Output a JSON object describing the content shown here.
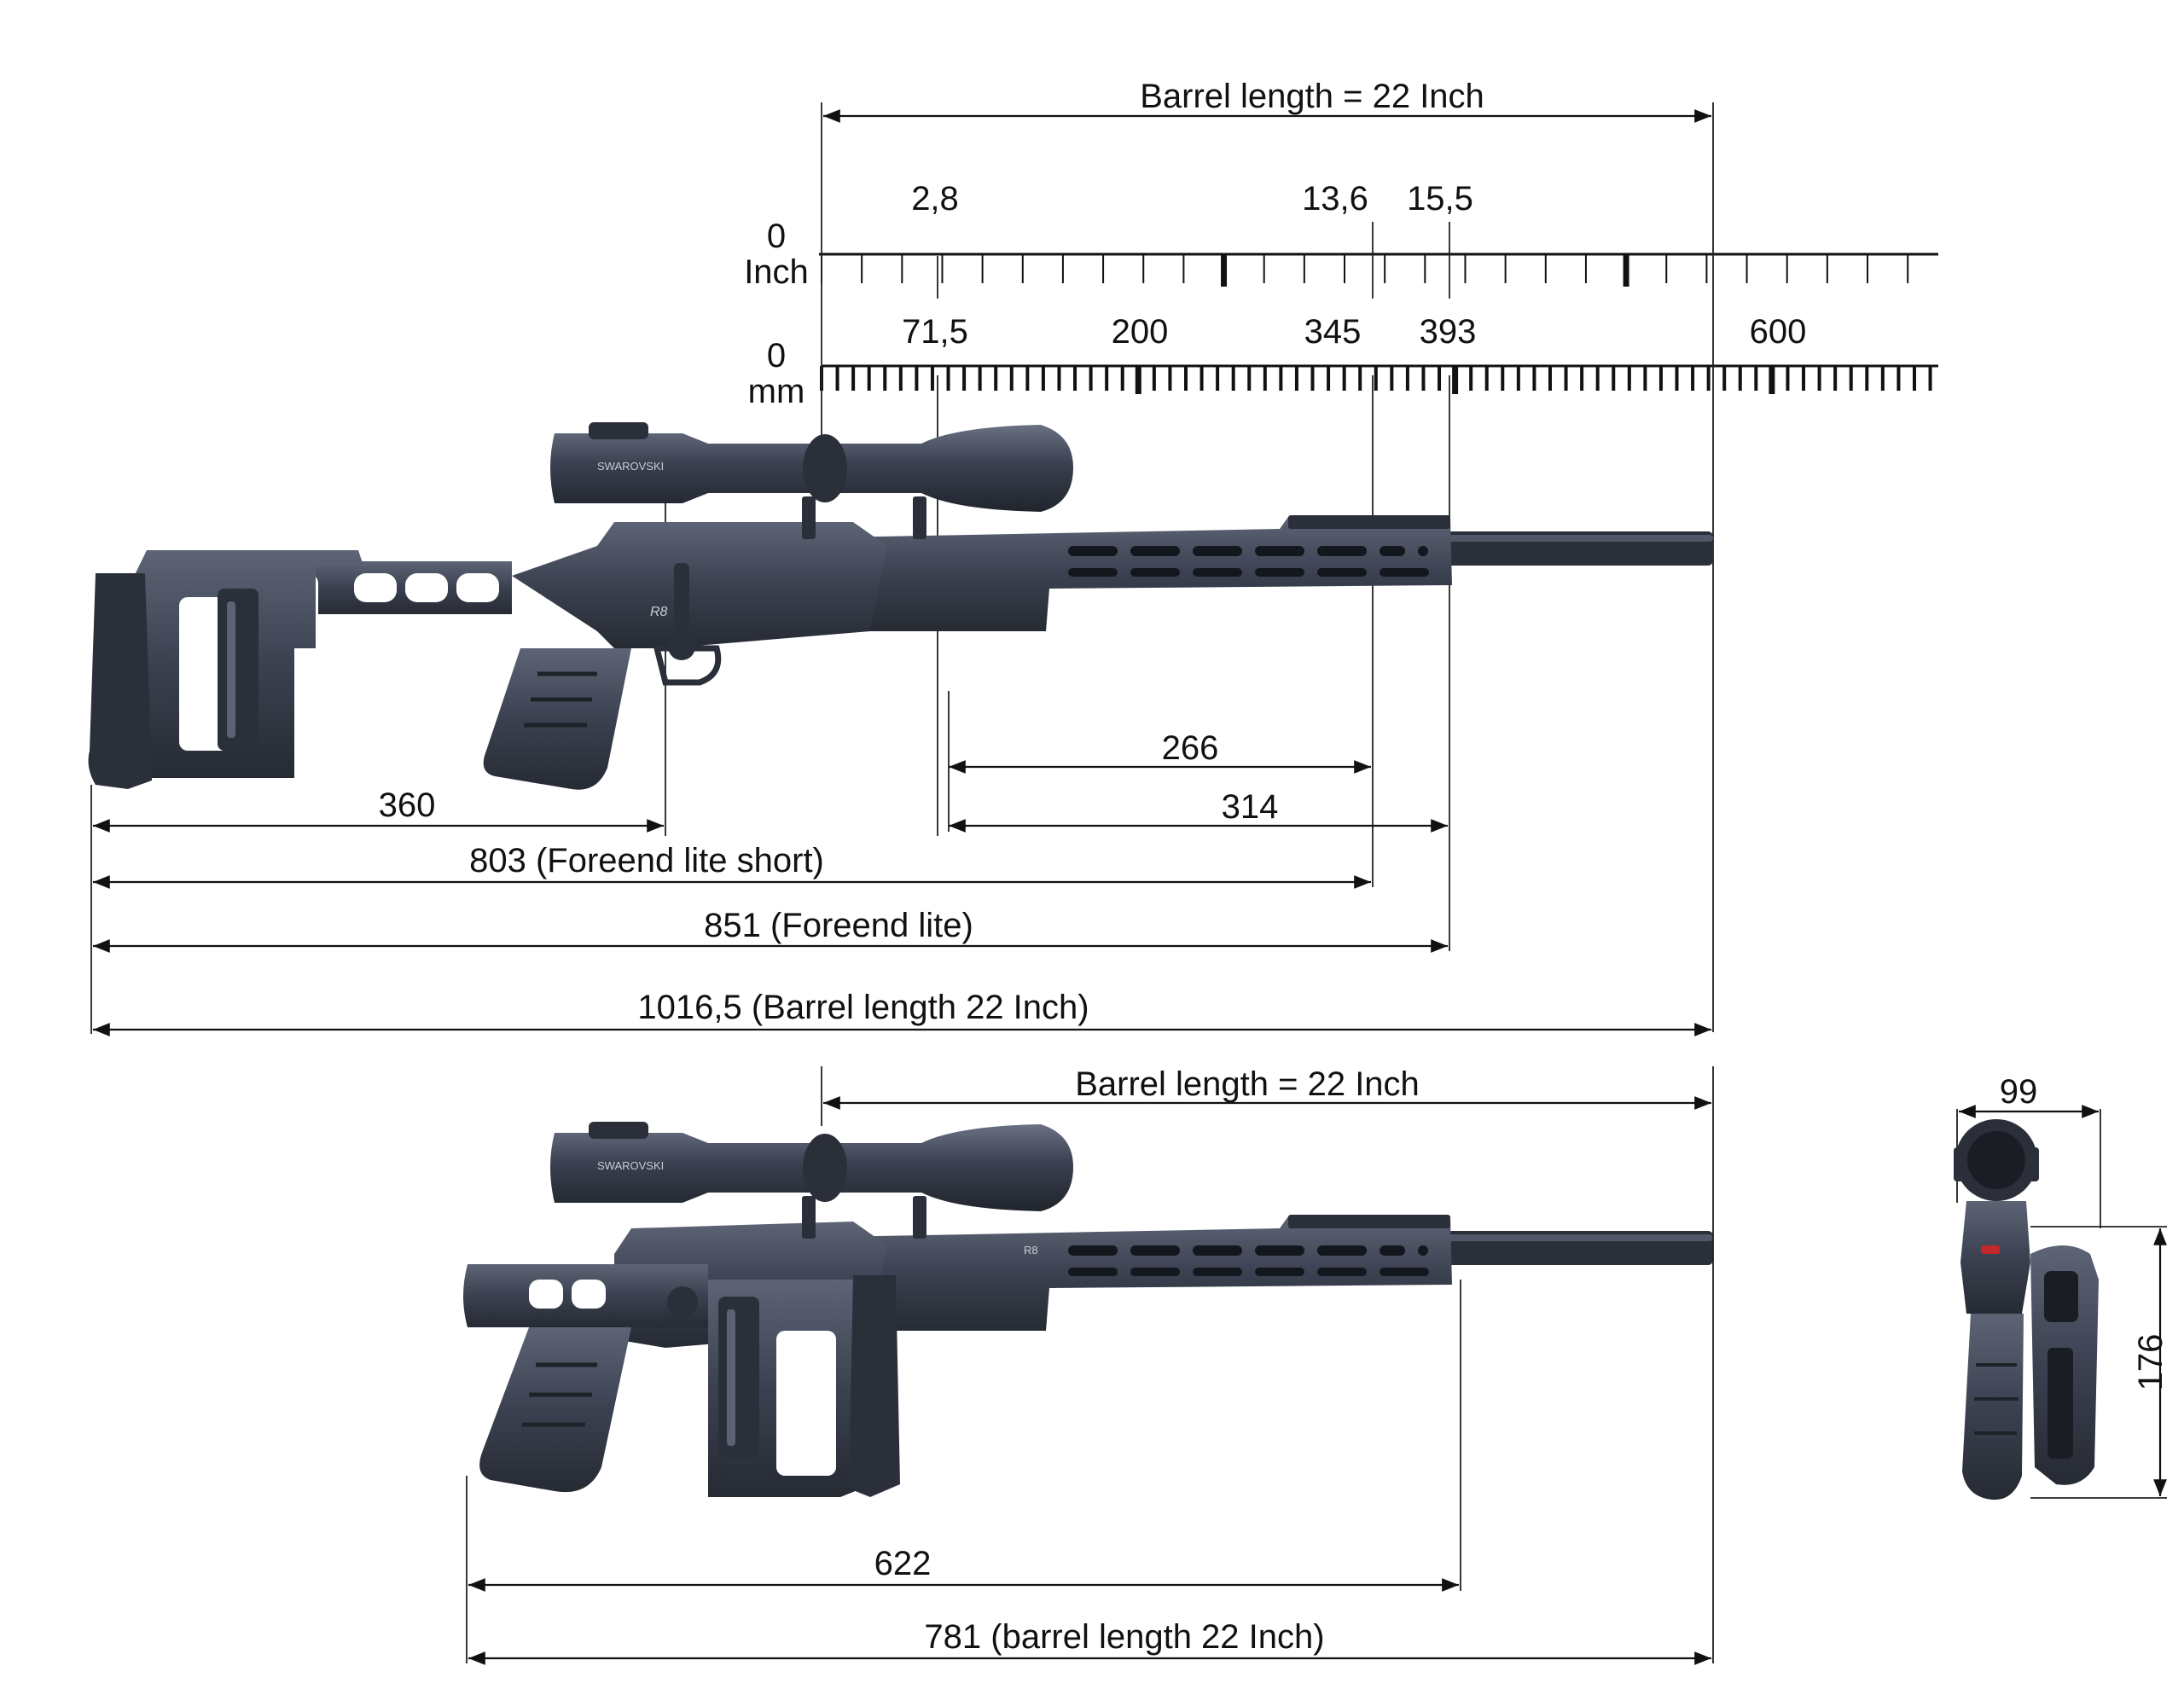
{
  "colors": {
    "line": "#111111",
    "rifle": "#3b4150",
    "rifle_dark": "#2a2f3a",
    "rifle_light": "#5b6272",
    "accent": "#c0282b"
  },
  "scales": {
    "inch": {
      "zero": "0",
      "unit": "Inch",
      "labels": [
        "2,8",
        "13,6",
        "15,5"
      ],
      "max": 28
    },
    "mm": {
      "zero": "0",
      "unit": "mm",
      "labels": [
        "71,5",
        "200",
        "345",
        "393",
        "600"
      ],
      "max": 700
    }
  },
  "dimensions": {
    "top_barrel": "Barrel length = 22 Inch",
    "d266": "266",
    "d314": "314",
    "d360": "360",
    "d803": "803 (Foreend lite short)",
    "d851": "851 (Foreend lite)",
    "d1016": "1016,5 (Barrel length 22 Inch)",
    "folded_barrel": "Barrel length = 22 Inch",
    "d622": "622",
    "d781": "781 (barrel length 22 Inch)",
    "width": "99",
    "height": "176"
  },
  "rifle": {
    "scope_brand": "SWAROVSKI",
    "logo": "R8",
    "rail_mark": "R8"
  }
}
